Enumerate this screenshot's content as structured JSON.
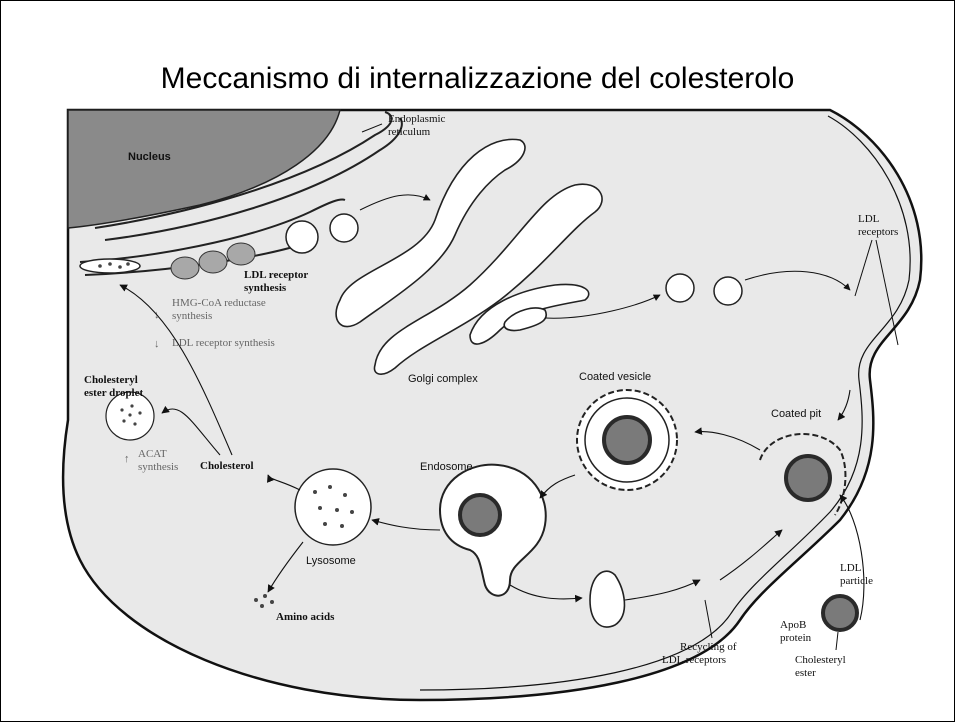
{
  "slide": {
    "title": "Meccanismo di internalizzazione del colesterolo"
  },
  "labels": {
    "nucleus": "Nucleus",
    "er_line1": "Endoplasmic",
    "er_line2": "reticulum",
    "ldl_receptors_line1": "LDL",
    "ldl_receptors_line2": "receptors",
    "ldl_receptor_synth_line1": "LDL receptor",
    "ldl_receptor_synth_line2": "synthesis",
    "hmg_line1": "HMG-CoA reductase",
    "hmg_line2": "synthesis",
    "ldl_receptor_synthesis_down": "LDL receptor synthesis",
    "golgi": "Golgi complex",
    "chol_droplet_line1": "Cholesteryl",
    "chol_droplet_line2": "ester droplet",
    "acat_line1": "ACAT",
    "acat_line2": "synthesis",
    "cholesterol": "Cholesterol",
    "coated_vesicle": "Coated vesicle",
    "coated_pit": "Coated pit",
    "endosome": "Endosome",
    "lysosome": "Lysosome",
    "amino_acids": "Amino acids",
    "ldl_particle_line1": "LDL",
    "ldl_particle_line2": "particle",
    "apob_line1": "ApoB",
    "apob_line2": "protein",
    "chol_ester_line1": "Cholesteryl",
    "chol_ester_line2": "ester",
    "recycling_line1": "Recycling of",
    "recycling_line2": "LDL receptors"
  },
  "arrows": {
    "down": "↓",
    "up": "↑"
  },
  "colors": {
    "nucleus": "#8a8a8a",
    "cytoplasm": "#e9e9e9",
    "organelle": "#ffffff",
    "ldl_core": "#7a7a7a",
    "ldl_shell": "#2a2a2a"
  }
}
